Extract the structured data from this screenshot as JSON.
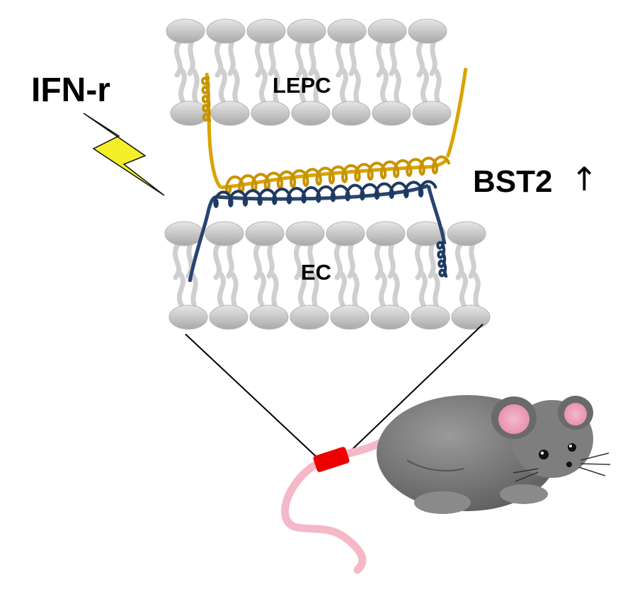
{
  "labels": {
    "stimulus": "IFN-r",
    "upper_cell": "LEPC",
    "lower_cell": "EC",
    "protein": "BST2",
    "trend_arrow": "↑"
  },
  "colors": {
    "lipid_head": "#c9c9c9",
    "lipid_tail": "#d2d2d2",
    "bst2_gold": "#d9a400",
    "bst2_blue": "#27456f",
    "lightning": "#f5ef2a",
    "mouse_body": "#7c7c7c",
    "mouse_ear": "#f0a8c0",
    "mouse_tail": "#f5b8c8",
    "graft_red": "#ee0000"
  },
  "icons": [
    "lightning-icon",
    "mouse-icon"
  ]
}
